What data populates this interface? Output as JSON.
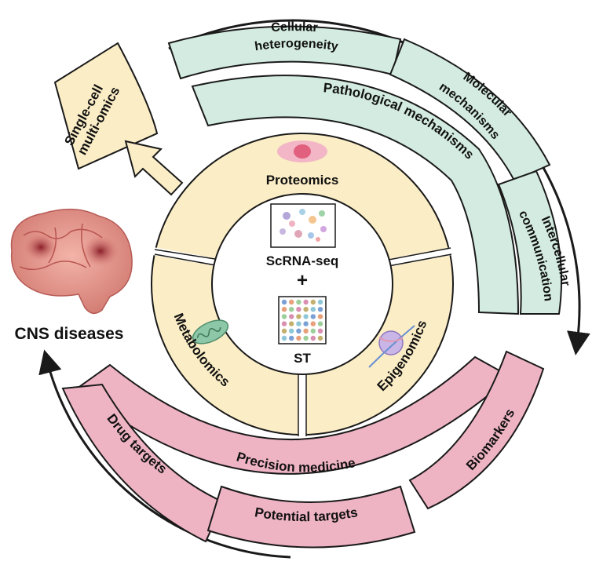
{
  "center": {
    "top_label": "ScRNA-seq",
    "plus": "+",
    "bottom_label": "ST"
  },
  "inner_ring": {
    "proteomics": "Proteomics",
    "metabolomics": "Metabolomics",
    "epigenomics": "Epigenomics"
  },
  "outer_green": {
    "cellular_heterogeneity": [
      "Cellular",
      "heterogeneity"
    ],
    "molecular_mechanisms": [
      "Molecular",
      "mechanisms"
    ],
    "pathological_mechanisms": "Pathological mechanisms",
    "intercellular_communication": [
      "Intercellular",
      "communication"
    ]
  },
  "outer_pink": {
    "precision_medicine": "Precision medicine",
    "drug_targets": "Drug targets",
    "potential_targets": "Potential targets",
    "biomarkers": "Biomarkers"
  },
  "side": {
    "single_cell_multiomics": [
      "Single-cell",
      "multi-omics"
    ],
    "cns_diseases": "CNS diseases"
  },
  "colors": {
    "inner_fill": "#fbedc6",
    "green_fill": "#d3ebe0",
    "pink_fill": "#efb4c4",
    "yellow_box": "#fbedc6",
    "outline": "#1a1a1a"
  }
}
